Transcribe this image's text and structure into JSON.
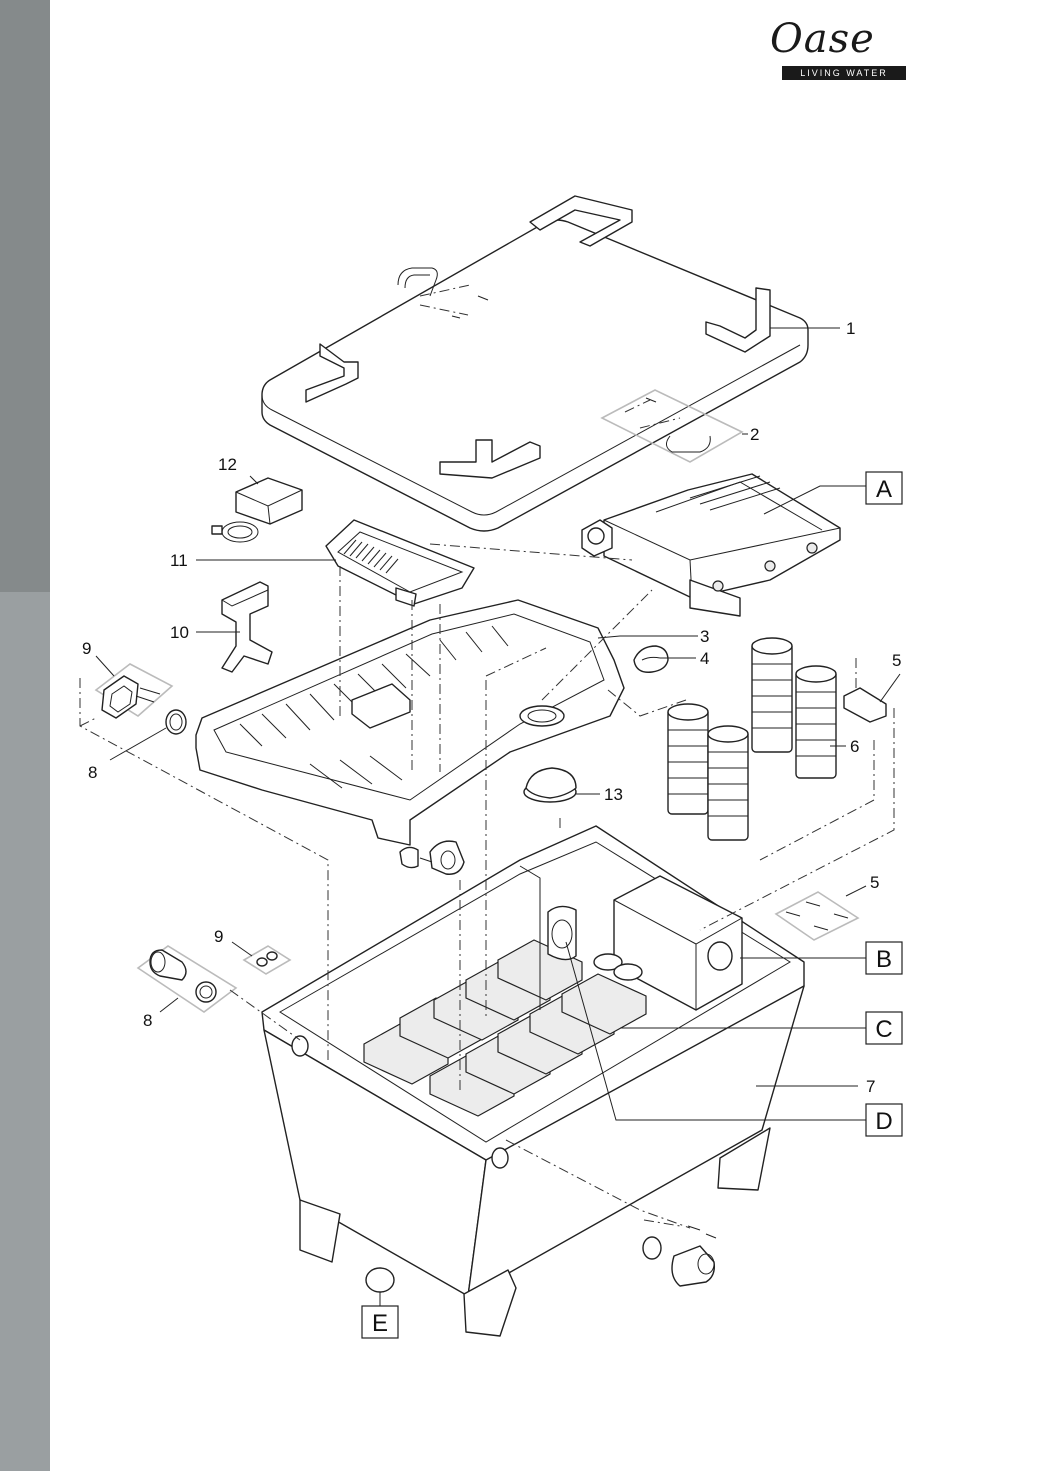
{
  "brand": {
    "logo_word": "Oase",
    "tagline": "LIVING WATER"
  },
  "diagram": {
    "part_numbers": [
      "1",
      "2",
      "3",
      "4",
      "5",
      "6",
      "7",
      "8",
      "9",
      "10",
      "11",
      "12",
      "13"
    ],
    "boxed_labels": [
      "A",
      "B",
      "C",
      "D",
      "E"
    ],
    "colors": {
      "side_tab_upper": "#858a8b",
      "side_tab_lower": "#9a9fa1",
      "line": "#222222"
    }
  }
}
